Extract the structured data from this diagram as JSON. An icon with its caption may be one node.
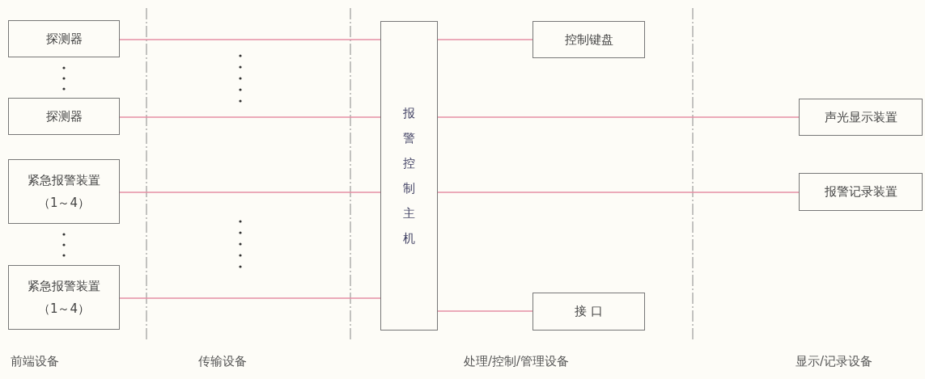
{
  "diagram": {
    "nodes": [
      {
        "text": [
          "探测器"
        ]
      },
      {
        "text": [
          "探测器"
        ]
      },
      {
        "text": [
          "紧急报警装置",
          "（1～4）"
        ]
      },
      {
        "text": [
          "紧急报警装置",
          "（1～4）"
        ]
      },
      {
        "text": [
          "报警控制主机"
        ]
      },
      {
        "text": [
          "控制键盘"
        ]
      },
      {
        "text": [
          "声光显示装置"
        ]
      },
      {
        "text": [
          "报警记录装置"
        ]
      },
      {
        "text": [
          "接 口"
        ]
      }
    ],
    "edges": [
      {
        "from": 0,
        "to": 4,
        "arrow": "none"
      },
      {
        "from": 1,
        "to": 4,
        "arrow": "none"
      },
      {
        "from": 2,
        "to": 4,
        "arrow": "none"
      },
      {
        "from": 3,
        "to": 4,
        "arrow": "none"
      },
      {
        "from": 4,
        "to": 5,
        "arrow": "none"
      },
      {
        "from": 4,
        "to": 6,
        "arrow": "none"
      },
      {
        "from": 4,
        "to": 7,
        "arrow": "none"
      },
      {
        "from": 4,
        "to": 8,
        "arrow": "none"
      }
    ],
    "labels": [
      "前端设备",
      "传输设备",
      "处理/控制/管理设备",
      "显示/记录设备"
    ]
  }
}
